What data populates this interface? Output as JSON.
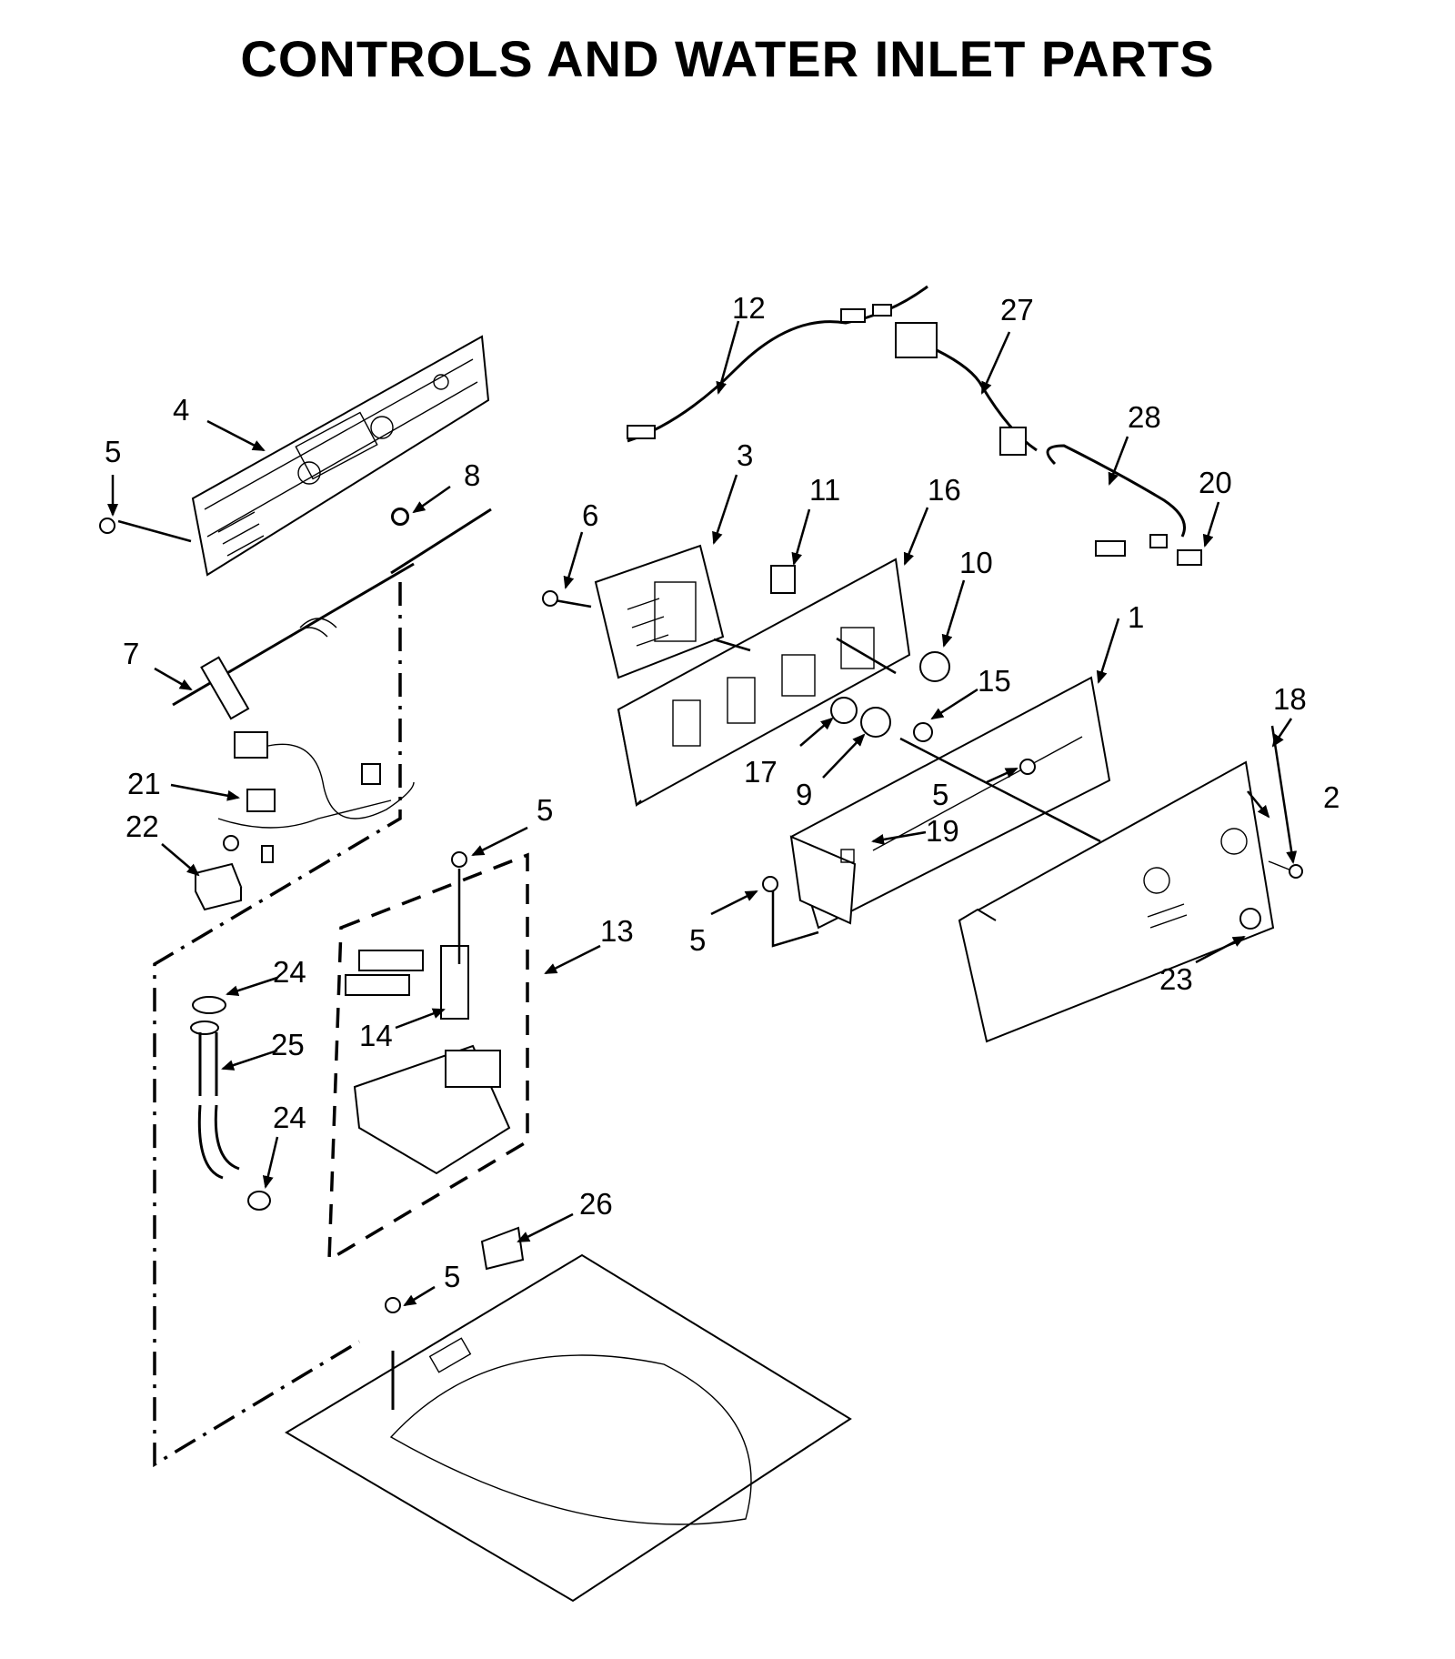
{
  "title": "CONTROLS AND WATER INLET PARTS",
  "callouts": {
    "c1": "1",
    "c2": "2",
    "c3": "3",
    "c4": "4",
    "c5a": "5",
    "c5b": "5",
    "c5c": "5",
    "c5d": "5",
    "c5e": "5",
    "c6": "6",
    "c7": "7",
    "c8": "8",
    "c9": "9",
    "c10": "10",
    "c11": "11",
    "c12": "12",
    "c13": "13",
    "c14": "14",
    "c15": "15",
    "c16": "16",
    "c17": "17",
    "c18": "18",
    "c19": "19",
    "c20": "20",
    "c21": "21",
    "c22": "22",
    "c23": "23",
    "c24a": "24",
    "c24b": "24",
    "c25": "25",
    "c26": "26",
    "c27": "27",
    "c28": "28"
  }
}
